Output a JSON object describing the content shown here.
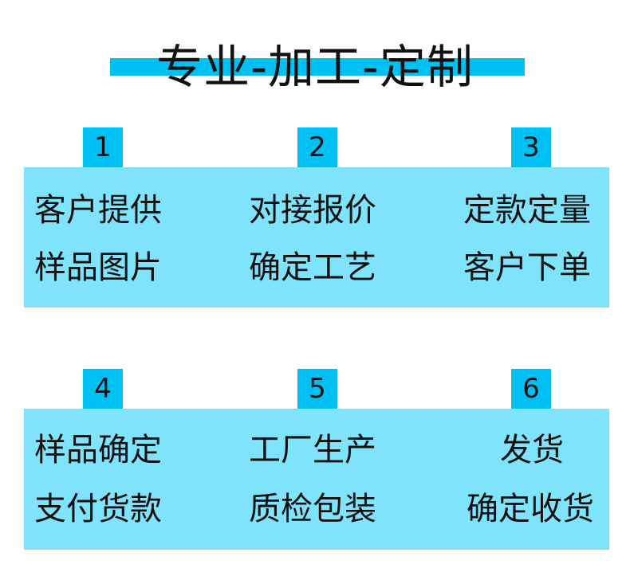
{
  "colors": {
    "accent": "#00bff3",
    "panel": "#7fe3fb",
    "text": "#111111"
  },
  "title": "专业-加工-定制",
  "steps": [
    {
      "number": "1",
      "line1": "客户提供",
      "line2": "样品图片"
    },
    {
      "number": "2",
      "line1": "对接报价",
      "line2": "确定工艺"
    },
    {
      "number": "3",
      "line1": "定款定量",
      "line2": "客户下单"
    },
    {
      "number": "4",
      "line1": "样品确定",
      "line2": "支付货款"
    },
    {
      "number": "5",
      "line1": "工厂生产",
      "line2": "质检包装"
    },
    {
      "number": "6",
      "line1": "发货",
      "line2": "确定收货"
    }
  ]
}
